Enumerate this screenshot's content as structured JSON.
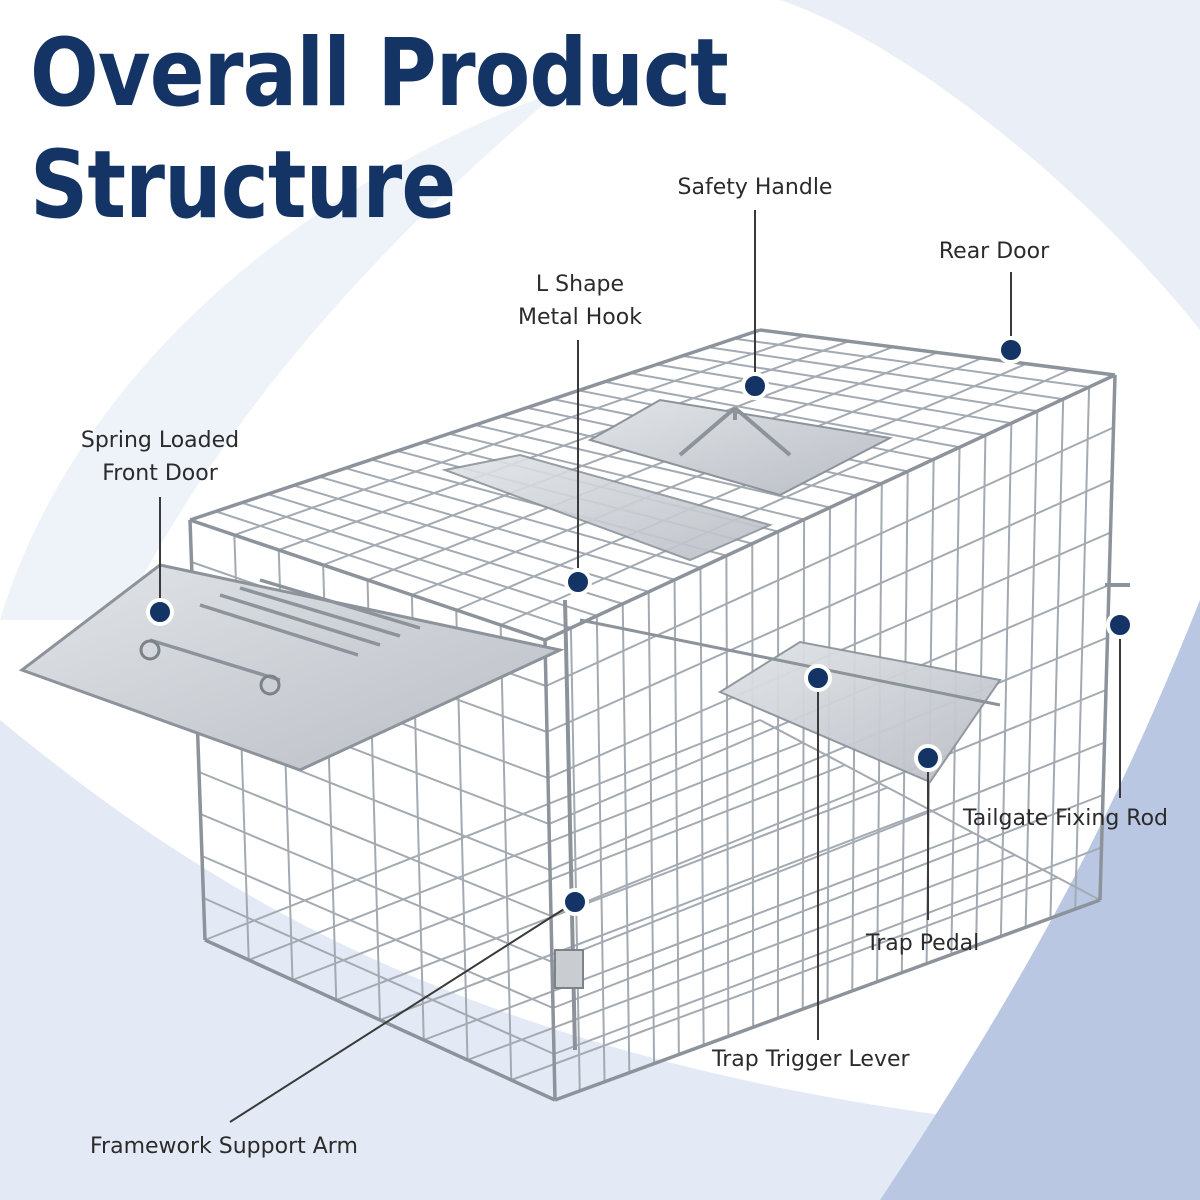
{
  "title": {
    "line1": "Overall Product",
    "line2": "Structure"
  },
  "colors": {
    "title": "#143466",
    "marker": "#143466",
    "leader": "#3a3a3a",
    "background_wave": "#dfe6f3",
    "background_corner": "#b9c7e2",
    "wire": "#9aa1a9",
    "sheet_metal": "#c9cdd2"
  },
  "callouts": {
    "safety_handle": "Safety Handle",
    "rear_door": "Rear Door",
    "l_shape_hook": {
      "line1": "L Shape",
      "line2": "Metal Hook"
    },
    "front_door": {
      "line1": "Spring Loaded",
      "line2": "Front Door"
    },
    "tailgate_rod": "Tailgate Fixing Rod",
    "trap_pedal": "Trap Pedal",
    "trigger_lever": "Trap Trigger Lever",
    "support_arm": "Framework Support Arm"
  },
  "icons": {
    "callout_marker": "dot-marker-icon"
  }
}
